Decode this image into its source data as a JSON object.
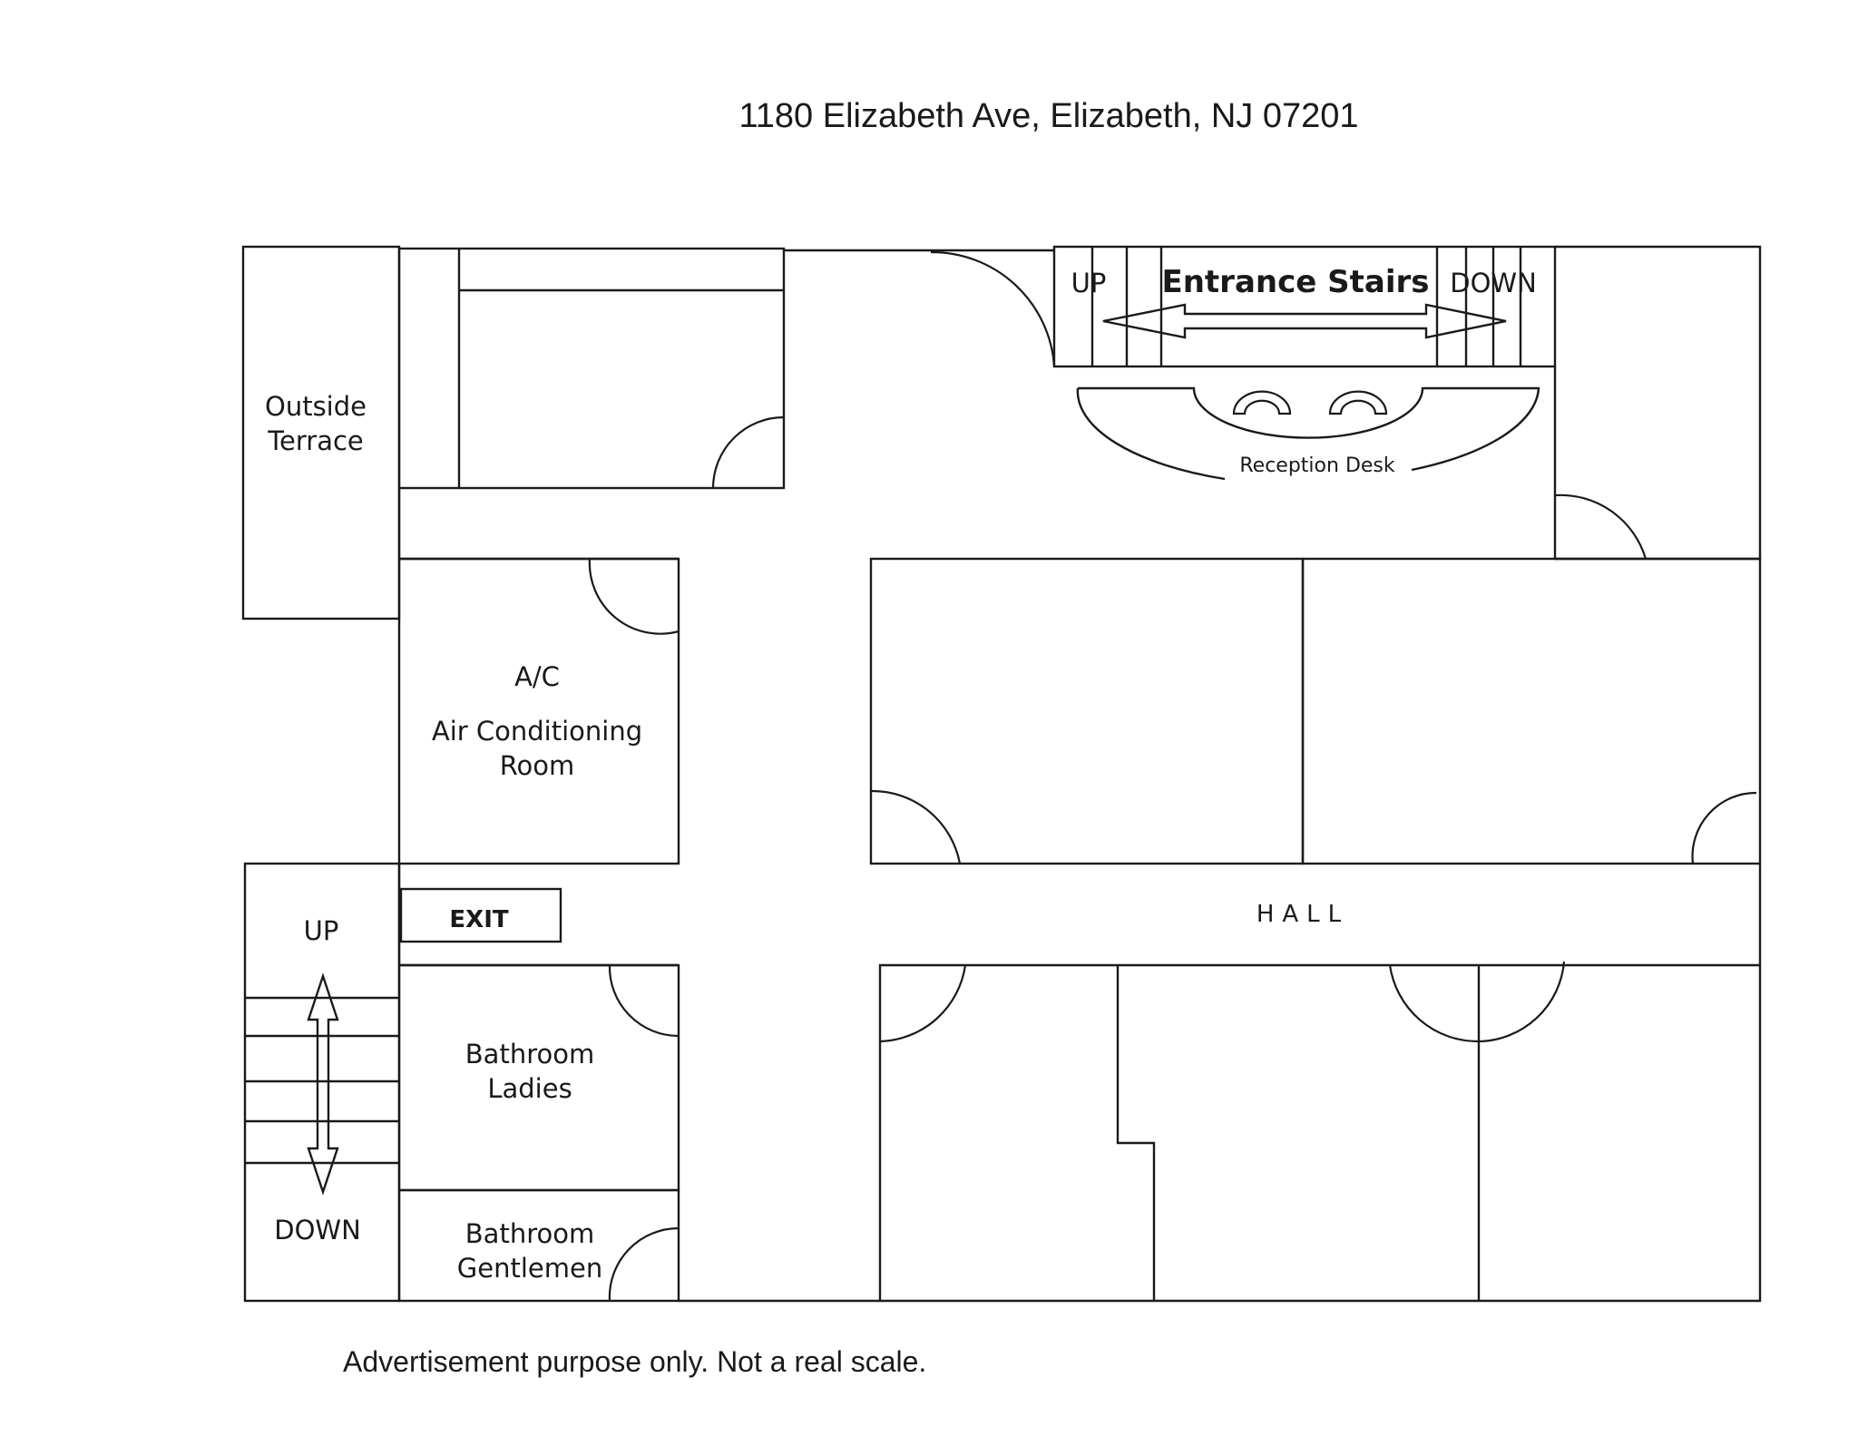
{
  "title": "1180 Elizabeth Ave, Elizabeth, NJ 07201",
  "disclaimer": "Advertisement purpose only.  Not a real scale.",
  "rooms": {
    "outside_terrace": [
      "Outside",
      "Terrace"
    ],
    "ac_room": [
      "A/C",
      "Air Conditioning",
      "Room"
    ],
    "bathroom_ladies": [
      "Bathroom",
      "Ladies"
    ],
    "bathroom_gentlemen": [
      "Bathroom",
      "Gentlemen"
    ],
    "hall": "HALL",
    "reception_desk": "Reception Desk"
  },
  "entrance_stairs": {
    "label": "Entrance Stairs",
    "up": "UP",
    "down": "DOWN"
  },
  "side_stairs": {
    "up": "UP",
    "down": "DOWN"
  },
  "exit_sign": "EXIT",
  "colors": {
    "line": "#1a1a1a",
    "background": "#ffffff"
  }
}
